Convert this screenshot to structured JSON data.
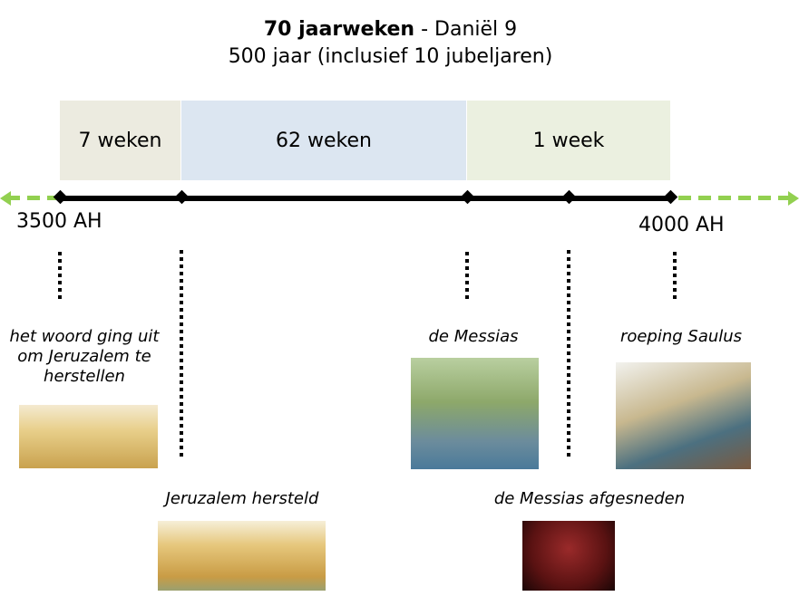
{
  "title": {
    "bold": "70 jaarweken",
    "rest": " - Daniël 9",
    "subtitle": "500 jaar (inclusief 10 jubeljaren)"
  },
  "periods": [
    {
      "label": "7 weken",
      "color": "#ecebe0"
    },
    {
      "label": "62 weken",
      "color": "#dce6f1"
    },
    {
      "label": "1 week",
      "color": "#ebf0e0"
    }
  ],
  "timeline": {
    "start": "3500 AH",
    "end": "4000 AH",
    "accent": "#92d050"
  },
  "events": {
    "decree": "het woord ging uit om Jeruzalem te herstellen",
    "restored": "Jeruzalem hersteld",
    "messiah": "de Messias",
    "cut_off": "de Messias afgesneden",
    "saul": "roeping Saulus"
  }
}
